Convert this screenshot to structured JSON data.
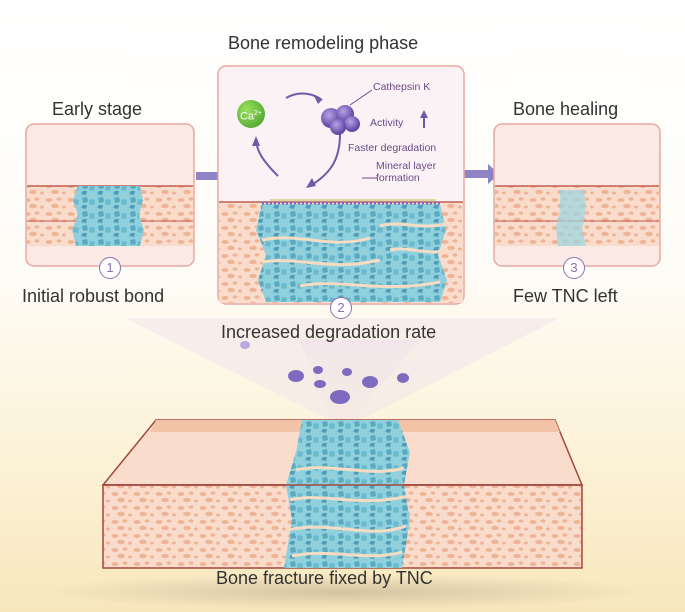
{
  "titles": {
    "remodeling": "Bone remodeling phase",
    "early": "Early stage",
    "healing": "Bone healing",
    "fracture": "Bone fracture fixed by TNC"
  },
  "captions": {
    "step1": "Initial robust bond",
    "step2": "Increased degradation rate",
    "step3": "Few TNC left"
  },
  "steps": {
    "one": "1",
    "two": "2",
    "three": "3"
  },
  "annotations": {
    "ca_ion": "Ca",
    "ca_charge": "2+",
    "cathepsin": "Cathepsin K",
    "activity": "Activity",
    "faster": "Faster degradation",
    "mineral_line1": "Mineral layer",
    "mineral_line2": "formation"
  },
  "colors": {
    "bone_light": "#f7d4c2",
    "bone_pores": "#f0b79c",
    "tnc_blue": "#7fc6d6",
    "arrow_purple": "#6f5aa8",
    "panel_border": "#e7a9a1"
  }
}
